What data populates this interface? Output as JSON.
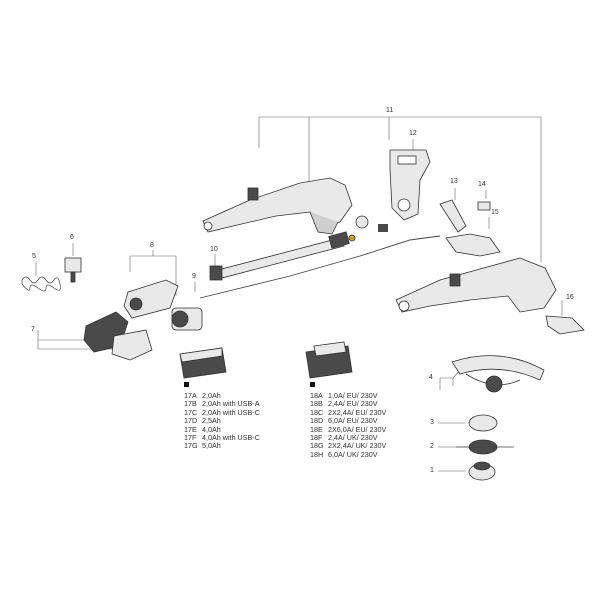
{
  "callouts": {
    "c1": "1",
    "c2": "2",
    "c3": "3",
    "c4": "4",
    "c5": "5",
    "c6": "6",
    "c7": "7",
    "c8": "8",
    "c9": "9",
    "c10": "10",
    "c11": "11",
    "c12": "12",
    "c13": "13",
    "c14": "14",
    "c15": "15",
    "c16": "16"
  },
  "battery_options": [
    {
      "code": "17A",
      "desc": "2,0Ah"
    },
    {
      "code": "17B",
      "desc": "2,0Ah with USB-A"
    },
    {
      "code": "17C",
      "desc": "2,0Ah with USB-C"
    },
    {
      "code": "17D",
      "desc": "2,5Ah"
    },
    {
      "code": "17E",
      "desc": "4,0Ah"
    },
    {
      "code": "17F",
      "desc": "4,0Ah with USB-C"
    },
    {
      "code": "17G",
      "desc": "5,0Ah"
    }
  ],
  "charger_options": [
    {
      "code": "18A",
      "desc": "1,0A/ EU/ 230V"
    },
    {
      "code": "18B",
      "desc": "2,4A/ EU/ 230V"
    },
    {
      "code": "18C",
      "desc": "2X2,4A/ EU/ 230V"
    },
    {
      "code": "18D",
      "desc": "6,0A/ EU/ 230V"
    },
    {
      "code": "18E",
      "desc": "2X6,0A/ EU/ 230V"
    },
    {
      "code": "18F",
      "desc": "2,4A/ UK/ 230V"
    },
    {
      "code": "18G",
      "desc": "2X2,4A/ UK/ 230V"
    },
    {
      "code": "18H",
      "desc": "6,0A/ UK/ 230V"
    }
  ],
  "colors": {
    "line": "#666666",
    "part_fill": "#e9e9e9",
    "part_dark": "#4a4a4a",
    "bullet": "#111111"
  }
}
